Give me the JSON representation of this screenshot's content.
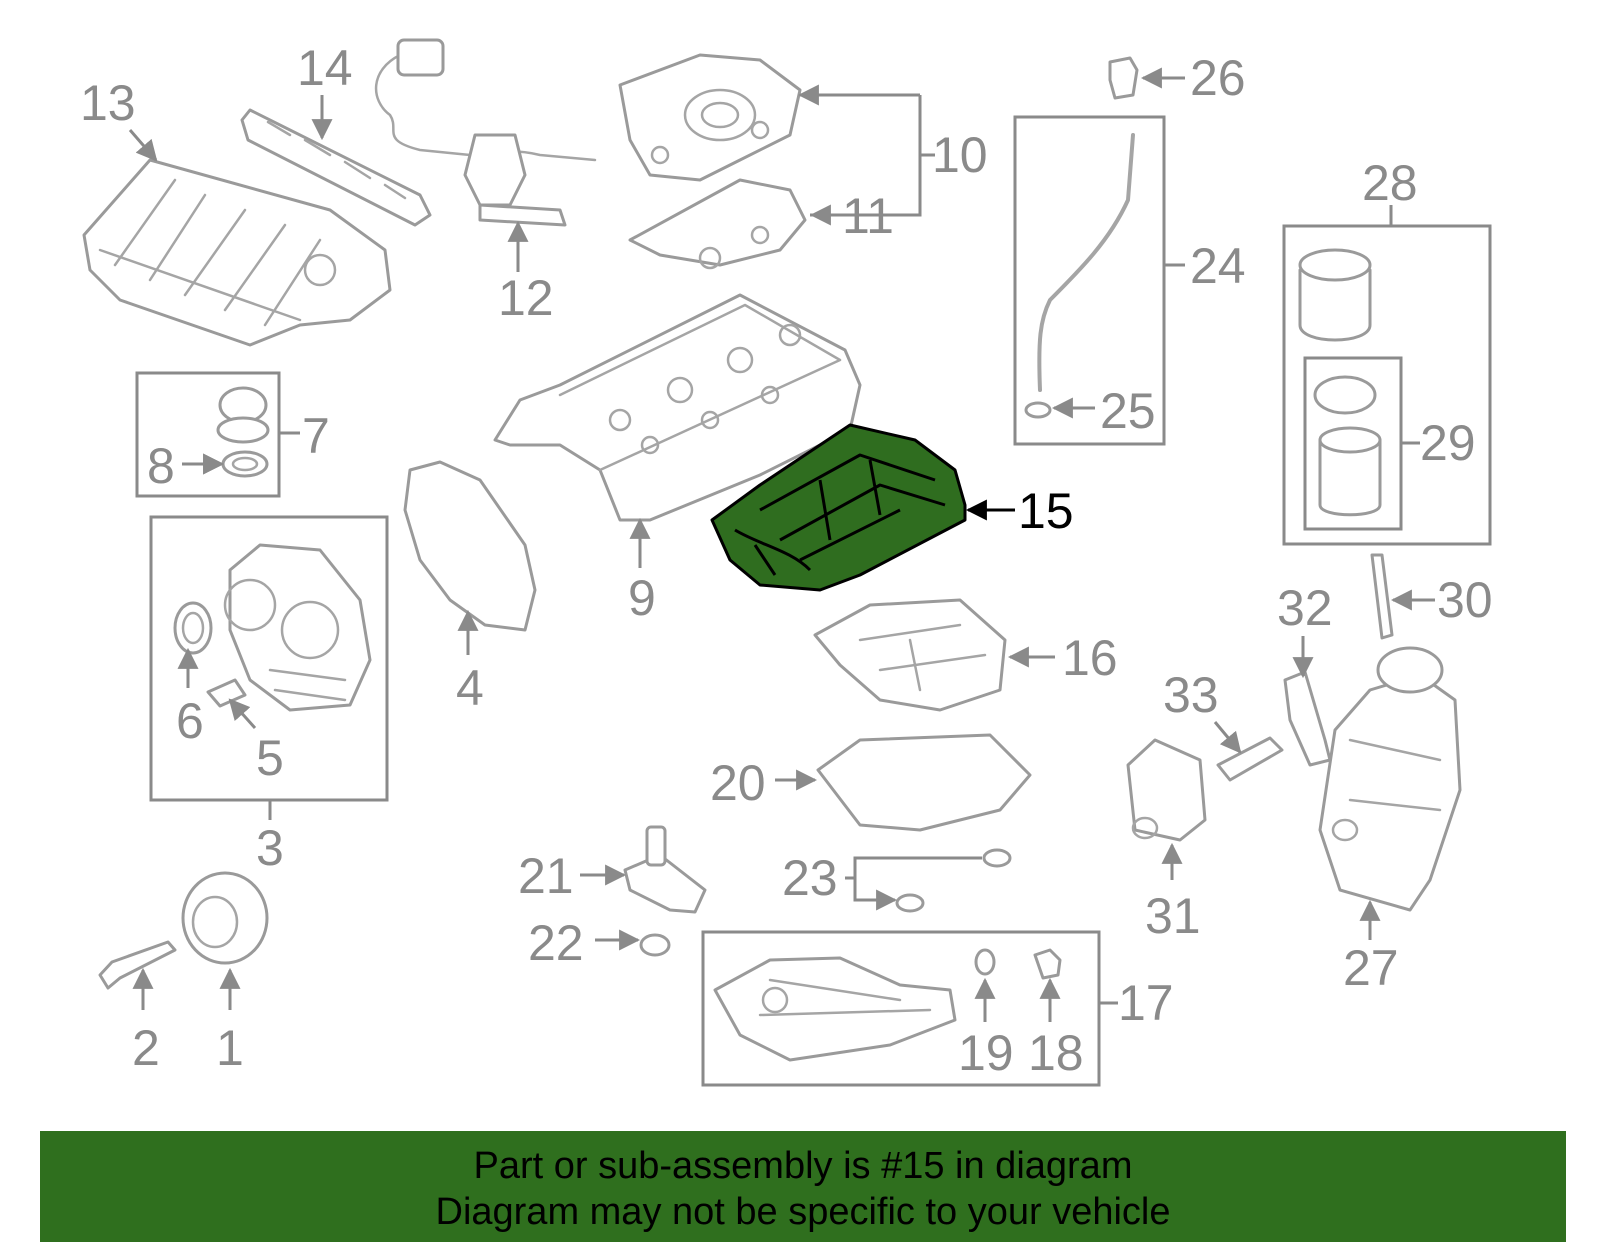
{
  "diagram": {
    "highlighted_part": "15",
    "colors": {
      "highlight_fill": "#2f6d1f",
      "banner": "#2f6f1e",
      "line_art": "#8a8a8a"
    },
    "labels": [
      "1",
      "2",
      "3",
      "4",
      "5",
      "6",
      "7",
      "8",
      "9",
      "10",
      "11",
      "12",
      "13",
      "14",
      "15",
      "16",
      "17",
      "18",
      "19",
      "20",
      "21",
      "22",
      "23",
      "24",
      "25",
      "26",
      "27",
      "28",
      "29",
      "30",
      "31",
      "32",
      "33"
    ]
  },
  "banner": {
    "line1": "Part or sub-assembly is #15 in diagram",
    "line2": "Diagram may not be specific to your vehicle"
  }
}
